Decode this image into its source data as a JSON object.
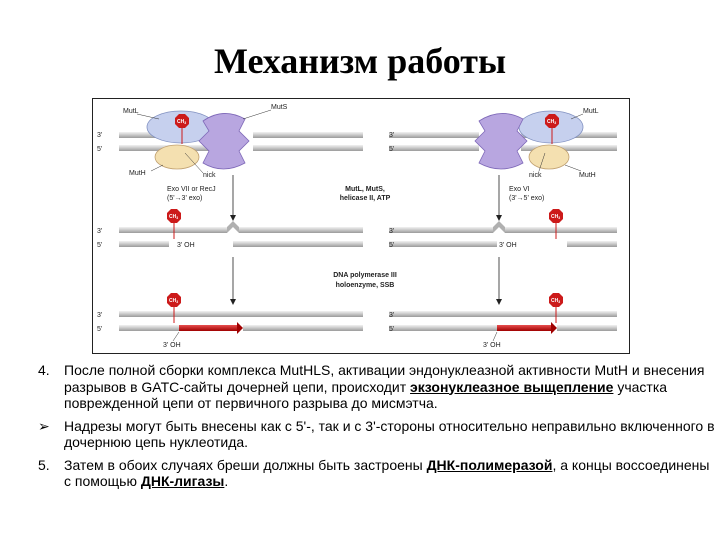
{
  "title": "Механизм работы",
  "figure": {
    "mutl_left": "MutL",
    "muts": "MutS",
    "mutl_right": "MutL",
    "ch3": "CH",
    "ch3_sub": "3",
    "strand_3": "3'",
    "strand_5": "5'",
    "muth_left": "MutH",
    "nick_left": "nick",
    "nick_right": "nick",
    "muth_right": "MutH",
    "exo_left_1": "Exo VII or RecJ",
    "exo_left_2": "(5'→3' exo)",
    "exo_right_1": "Exo VI",
    "exo_right_2": "(3'→5' exo)",
    "center_1": "MutL, MutS,",
    "center_2": "helicase II, ATP",
    "oh3": "3' OH",
    "pol_1": "DNA polymerase III",
    "pol_2": "holoenzyme, SSB"
  },
  "items": [
    {
      "marker": "4.",
      "text_1": "После полной сборки комплекса MutHLS, активации эндонуклеазной активности MutH и внесения разрывов в GATC-сайты дочерней цепи, происходит ",
      "link_1": "экзонуклеазное выщепление",
      "text_2": " участка поврежденной цепи от первичного разрыва до мисмэтча."
    },
    {
      "marker": "➢",
      "text_1": "Надрезы могут быть внесены как с 5'-, так и с 3'-стороны относительно неправильно включенного в дочернюю цепь нуклеотида."
    },
    {
      "marker": "5.",
      "text_1": "Затем в обоих случаях бреши должны быть застроены ",
      "link_1": "ДНК-полимеразой",
      "text_2": ", а концы воссоединены с помощью ",
      "link_2": "ДНК-лигазы",
      "text_3": "."
    }
  ]
}
